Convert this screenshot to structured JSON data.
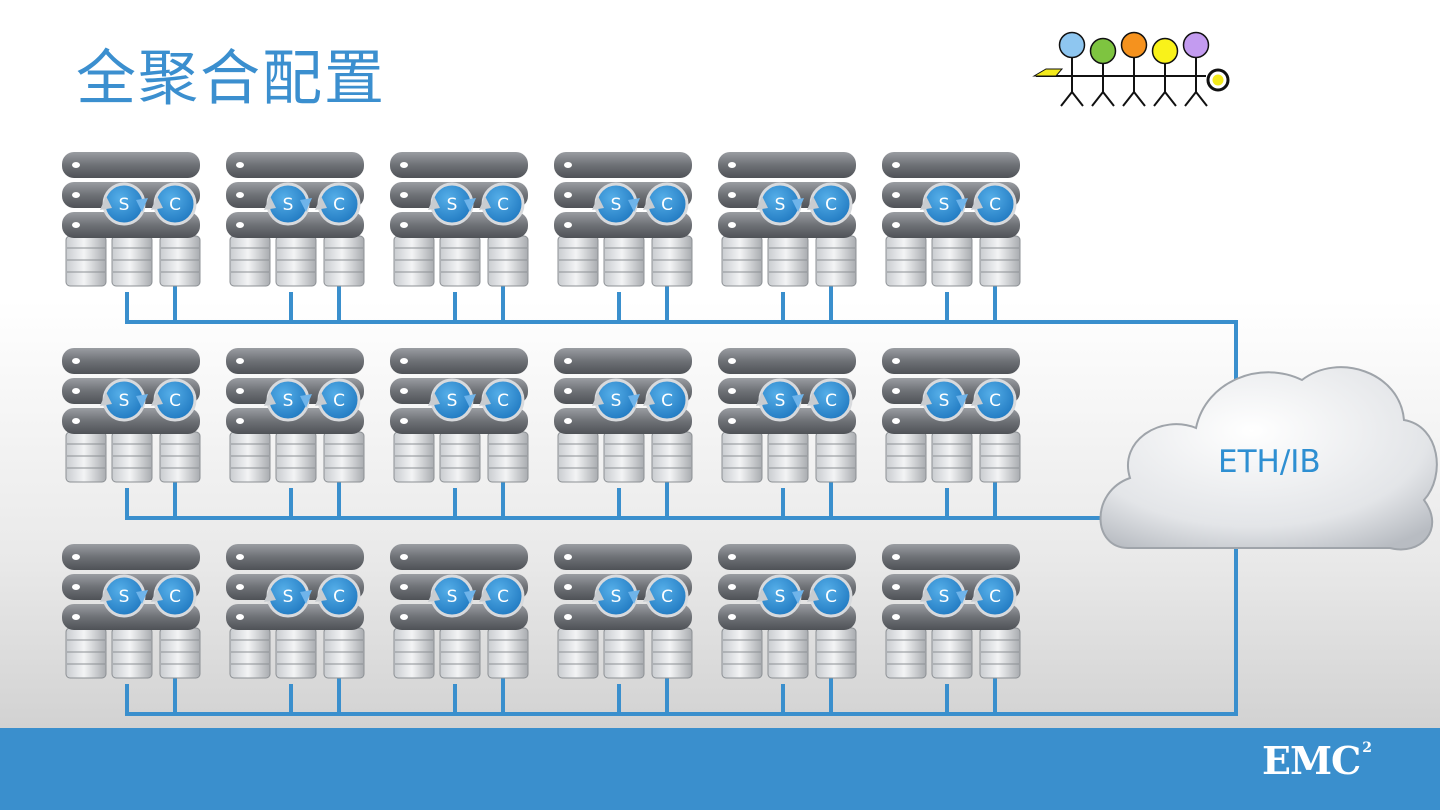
{
  "title": "全聚合配置",
  "network_label": "ETH/IB",
  "node_storage_letter": "S",
  "node_compute_letter": "C",
  "footer_logo": "EMC",
  "footer_logo_superscript": "2",
  "icons": {
    "people_logo": "people-chain-key-icon",
    "node": "server-storage-node-icon",
    "network": "cloud-icon"
  },
  "colors": {
    "title": "#3b8fcf",
    "line": "#3a8fcd",
    "badge": "#2e8fd2",
    "footer": "#3a8fcd",
    "server": "#7a7d82",
    "people": [
      "#8ec6f0",
      "#7ec440",
      "#f5921e",
      "#f9f21a",
      "#c39bf0"
    ]
  },
  "grid": {
    "rows": 3,
    "columns": 6
  }
}
